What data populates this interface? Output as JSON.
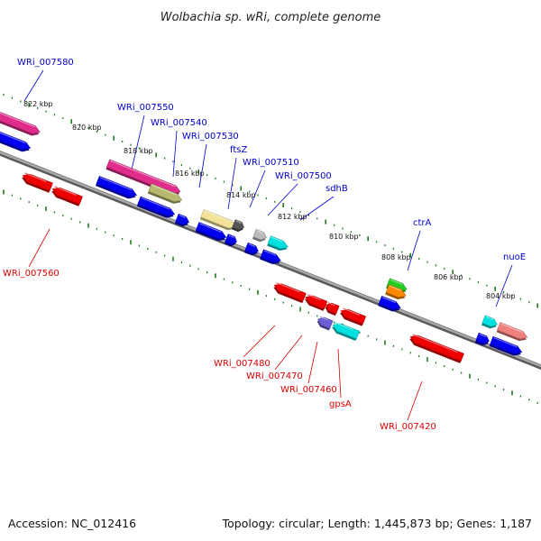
{
  "title": "Wolbachia sp. wRi, complete genome",
  "footer": {
    "accession": "Accession: NC_012416",
    "summary": "Topology: circular; Length: 1,445,873 bp; Genes: 1,187"
  },
  "colors": {
    "backbone": "#8a8a8a",
    "tick": "#1e7d1e",
    "forward_label": "#0000cc",
    "reverse_label": "#dd0000",
    "leader_forward": "#0000cc",
    "leader_reverse": "#dd0000"
  },
  "scale_labels": [
    "822 kbp",
    "820 kbp",
    "818 kbp",
    "816 kbp",
    "814 kbp",
    "812 kbp",
    "810 kbp",
    "808 kbp",
    "806 kbp",
    "804 kbp"
  ],
  "forward_labels": [
    "WRi_007580",
    "WRi_007550",
    "WRi_007540",
    "WRi_007530",
    "ftsZ",
    "WRi_007510",
    "WRi_007500",
    "sdhB",
    "ctrA",
    "nuoE"
  ],
  "reverse_labels": [
    "WRi_007560",
    "WRi_007480",
    "WRi_007470",
    "WRi_007460",
    "gpsA",
    "WRi_007420"
  ]
}
